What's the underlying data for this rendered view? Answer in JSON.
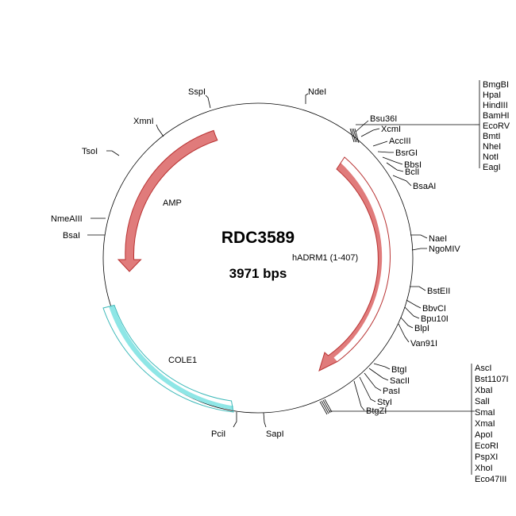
{
  "plasmid": {
    "name": "RDC3589",
    "size_label": "3971 bps"
  },
  "features": [
    {
      "id": "amp",
      "label": "AMP"
    },
    {
      "id": "hadrm1",
      "label": "hADRM1 (1-407)"
    },
    {
      "id": "cole1",
      "label": "COLE1"
    }
  ],
  "sites": [
    {
      "id": "ndei",
      "label": "NdeI"
    },
    {
      "id": "sspi",
      "label": "SspI"
    },
    {
      "id": "xmni",
      "label": "XmnI"
    },
    {
      "id": "tsoi",
      "label": "TsoI"
    },
    {
      "id": "nmeaiii",
      "label": "NmeAIII"
    },
    {
      "id": "bsai",
      "label": "BsaI"
    },
    {
      "id": "pcii",
      "label": "PciI"
    },
    {
      "id": "sapi",
      "label": "SapI"
    },
    {
      "id": "bsu36i",
      "label": "Bsu36I"
    },
    {
      "id": "xcmi",
      "label": "XcmI"
    },
    {
      "id": "acciii",
      "label": "AccIII"
    },
    {
      "id": "bsrgi",
      "label": "BsrGI"
    },
    {
      "id": "bbsi",
      "label": "BbsI"
    },
    {
      "id": "bcli",
      "label": "BclI"
    },
    {
      "id": "bsaai",
      "label": "BsaAI"
    },
    {
      "id": "naei",
      "label": "NaeI"
    },
    {
      "id": "ngomiv",
      "label": "NgoMIV"
    },
    {
      "id": "bsteii",
      "label": "BstEII"
    },
    {
      "id": "bbvci",
      "label": "BbvCI"
    },
    {
      "id": "bpu10i",
      "label": "Bpu10I"
    },
    {
      "id": "blpi",
      "label": "BlpI"
    },
    {
      "id": "van91i",
      "label": "Van91I"
    },
    {
      "id": "btgi",
      "label": "BtgI"
    },
    {
      "id": "sacii",
      "label": "SacII"
    },
    {
      "id": "pasi",
      "label": "PasI"
    },
    {
      "id": "styi",
      "label": "StyI"
    },
    {
      "id": "btgzi",
      "label": "BtgZI"
    }
  ],
  "mcs_top": [
    "BmgBI",
    "HpaI",
    "HindIII",
    "BamHI",
    "EcoRV",
    "BmtI",
    "NheI",
    "NotI",
    "EagI"
  ],
  "mcs_bottom": [
    "AscI",
    "Bst1107I",
    "XbaI",
    "SalI",
    "SmaI",
    "XmaI",
    "ApoI",
    "EcoRI",
    "PspXI",
    "XhoI",
    "Eco47III"
  ],
  "colors": {
    "feature_arrow_fill": "#e07b7b",
    "feature_arrow_stroke": "#b83232",
    "cole1_fill": "#8ee6e6",
    "cole1_stroke": "#3bb8b8"
  }
}
